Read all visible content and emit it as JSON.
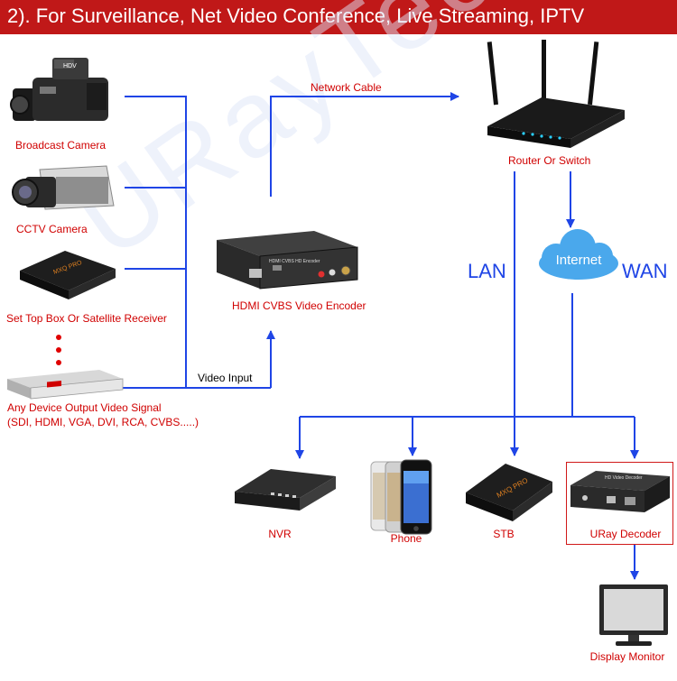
{
  "title": "2). For Surveillance, Net Video Conference, Live Streaming, IPTV",
  "watermark": "URayTech",
  "labels": {
    "broadcast_camera": "Broadcast Camera",
    "cctv_camera": "CCTV Camera",
    "set_top_box": "Set Top Box Or Satellite Receiver",
    "any_device_line1": "Any Device Output Video Signal",
    "any_device_line2": "(SDI, HDMI, VGA, DVI, RCA, CVBS.....)",
    "video_input": "Video Input",
    "encoder": "HDMI CVBS Video Encoder",
    "network_cable": "Network Cable",
    "router": "Router Or Switch",
    "internet": "Internet",
    "lan": "LAN",
    "wan": "WAN",
    "nvr": "NVR",
    "phone": "Phone",
    "stb": "STB",
    "decoder": "URay Decoder",
    "monitor": "Display Monitor"
  },
  "device_text": {
    "encoder_faceplate": "HDMI CVBS HD Encoder",
    "decoder_faceplate": "HD Video Decoder",
    "box_brand": "MXQ PRO",
    "camera_badge": "HDV"
  },
  "colors": {
    "title_bg": "#c01818",
    "title_text": "#ffffff",
    "label_red": "#d00000",
    "line_blue": "#1f45e6",
    "cloud_blue": "#4aa8ec"
  }
}
